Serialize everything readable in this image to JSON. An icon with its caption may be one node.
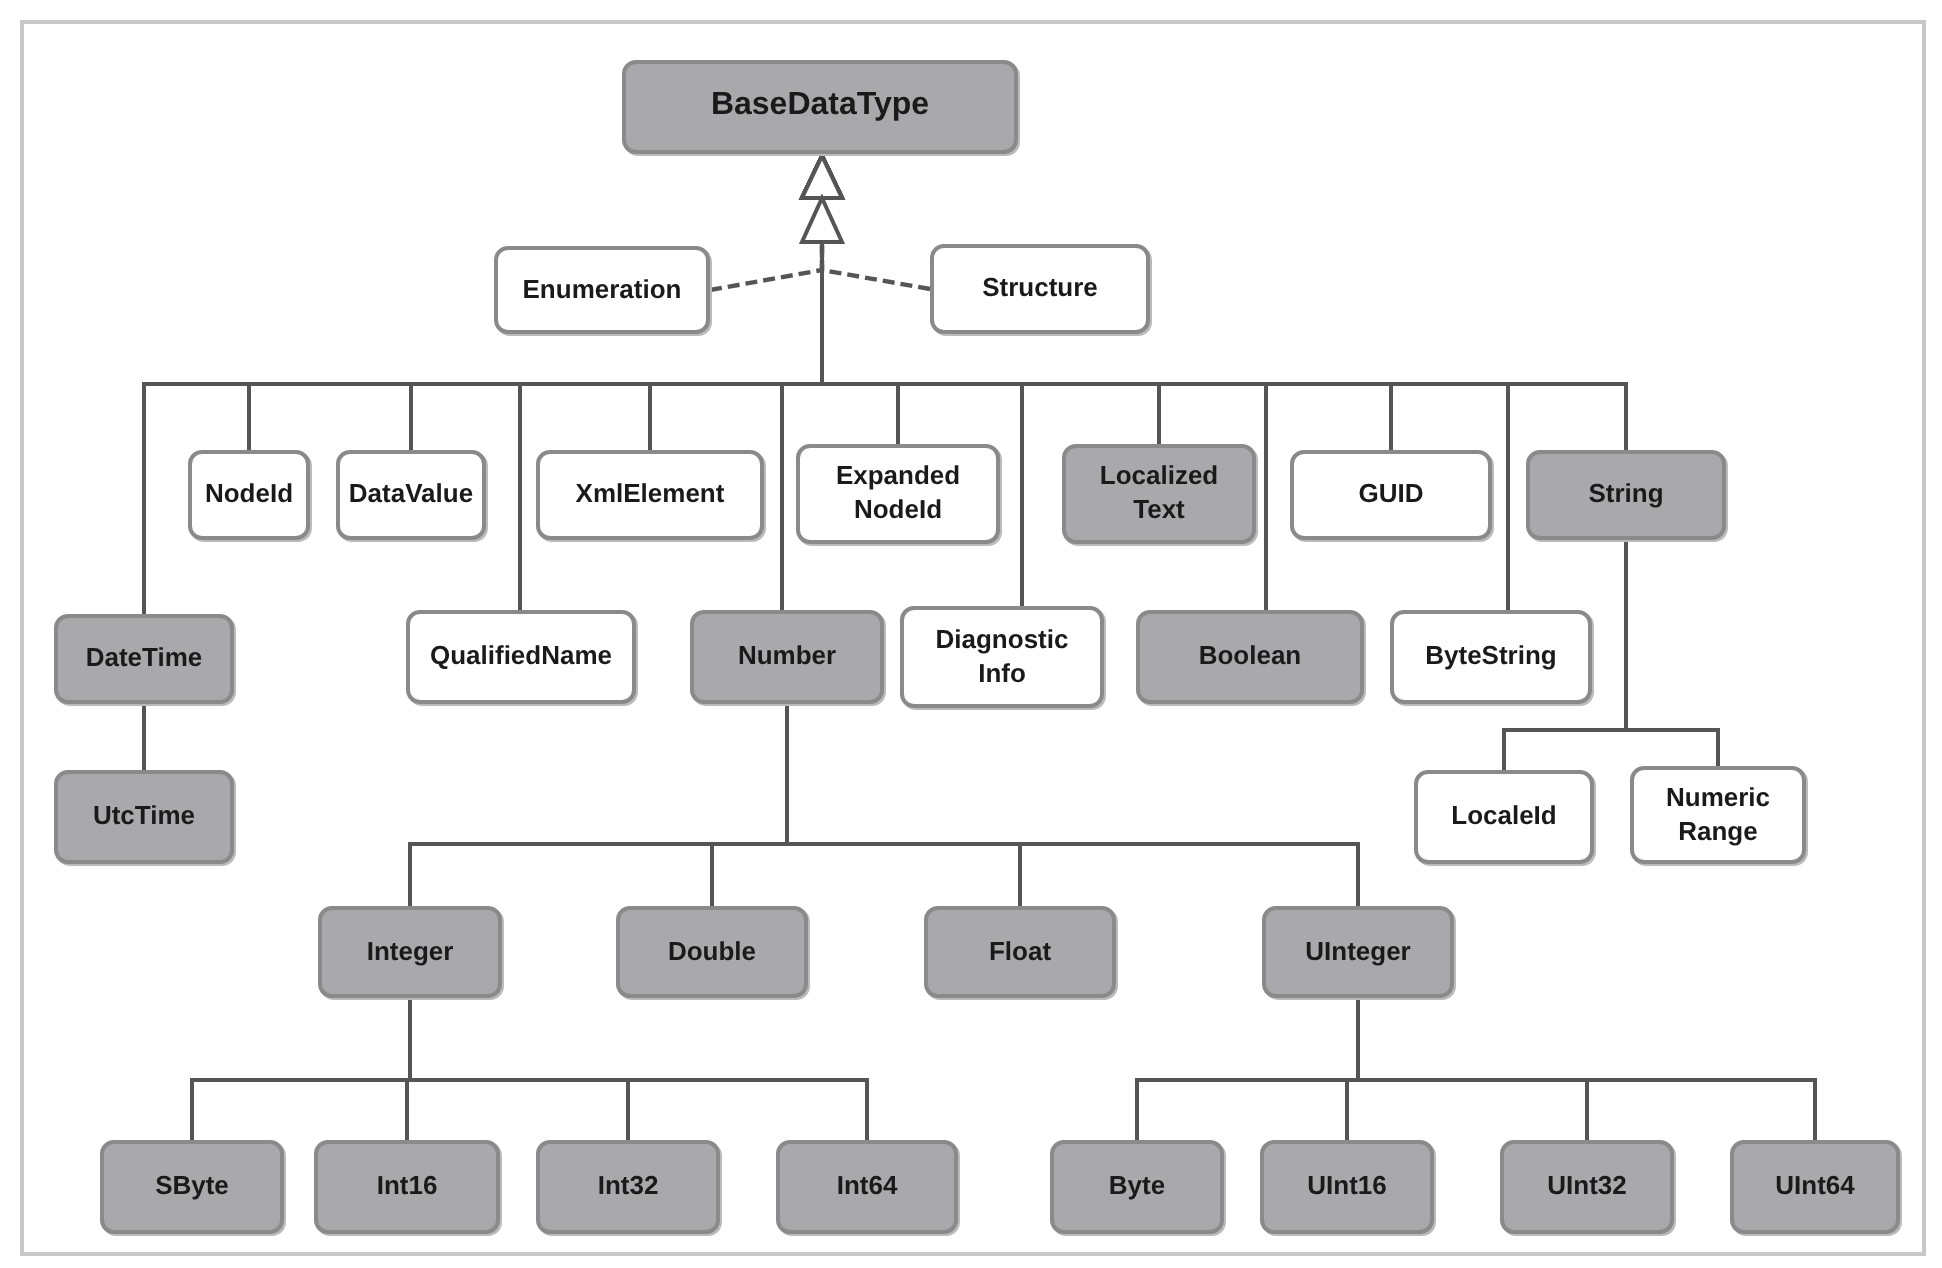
{
  "diagram": {
    "nodes": [
      {
        "text": [
          "BaseDataType"
        ]
      },
      {
        "text": [
          "Enumeration"
        ]
      },
      {
        "text": [
          "Structure"
        ]
      },
      {
        "text": [
          "NodeId"
        ]
      },
      {
        "text": [
          "DataValue"
        ]
      },
      {
        "text": [
          "XmlElement"
        ]
      },
      {
        "text": [
          "Expanded NodeId"
        ]
      },
      {
        "text": [
          "Localized Text"
        ]
      },
      {
        "text": [
          "GUID"
        ]
      },
      {
        "text": [
          "String"
        ]
      },
      {
        "text": [
          "DateTime"
        ]
      },
      {
        "text": [
          "UtcTime"
        ]
      },
      {
        "text": [
          "QualifiedName"
        ]
      },
      {
        "text": [
          "Number"
        ]
      },
      {
        "text": [
          "Diagnostic Info"
        ]
      },
      {
        "text": [
          "Boolean"
        ]
      },
      {
        "text": [
          "ByteString"
        ]
      },
      {
        "text": [
          "LocaleId"
        ]
      },
      {
        "text": [
          "Numeric Range"
        ]
      },
      {
        "text": [
          "Integer"
        ]
      },
      {
        "text": [
          "Double"
        ]
      },
      {
        "text": [
          "Float"
        ]
      },
      {
        "text": [
          "UInteger"
        ]
      },
      {
        "text": [
          "SByte"
        ]
      },
      {
        "text": [
          "Int16"
        ]
      },
      {
        "text": [
          "Int32"
        ]
      },
      {
        "text": [
          "Int64"
        ]
      },
      {
        "text": [
          "Byte"
        ]
      },
      {
        "text": [
          "UInt16"
        ]
      },
      {
        "text": [
          "UInt32"
        ]
      },
      {
        "text": [
          "UInt64"
        ]
      }
    ],
    "edges": [
      {
        "from": 1,
        "to": 0,
        "arrow": "to",
        "style": "dashed"
      },
      {
        "from": 2,
        "to": 0,
        "arrow": "to",
        "style": "dashed"
      },
      {
        "from": 10,
        "to": 0,
        "arrow": "to"
      },
      {
        "from": 3,
        "to": 0,
        "arrow": "to"
      },
      {
        "from": 4,
        "to": 0,
        "arrow": "to"
      },
      {
        "from": 12,
        "to": 0,
        "arrow": "to"
      },
      {
        "from": 5,
        "to": 0,
        "arrow": "to"
      },
      {
        "from": 13,
        "to": 0,
        "arrow": "to"
      },
      {
        "from": 6,
        "to": 0,
        "arrow": "to"
      },
      {
        "from": 14,
        "to": 0,
        "arrow": "to"
      },
      {
        "from": 7,
        "to": 0,
        "arrow": "to"
      },
      {
        "from": 15,
        "to": 0,
        "arrow": "to"
      },
      {
        "from": 8,
        "to": 0,
        "arrow": "to"
      },
      {
        "from": 16,
        "to": 0,
        "arrow": "to"
      },
      {
        "from": 9,
        "to": 0,
        "arrow": "to"
      },
      {
        "from": 10,
        "to": 11,
        "arrow": "none"
      },
      {
        "from": 9,
        "to": 17,
        "arrow": "none"
      },
      {
        "from": 9,
        "to": 18,
        "arrow": "none"
      },
      {
        "from": 13,
        "to": 19,
        "arrow": "none"
      },
      {
        "from": 13,
        "to": 20,
        "arrow": "none"
      },
      {
        "from": 13,
        "to": 21,
        "arrow": "none"
      },
      {
        "from": 13,
        "to": 22,
        "arrow": "none"
      },
      {
        "from": 19,
        "to": 23,
        "arrow": "none"
      },
      {
        "from": 19,
        "to": 24,
        "arrow": "none"
      },
      {
        "from": 19,
        "to": 25,
        "arrow": "none"
      },
      {
        "from": 19,
        "to": 26,
        "arrow": "none"
      },
      {
        "from": 22,
        "to": 27,
        "arrow": "none"
      },
      {
        "from": 22,
        "to": 28,
        "arrow": "none"
      },
      {
        "from": 22,
        "to": 29,
        "arrow": "none"
      },
      {
        "from": 22,
        "to": 30,
        "arrow": "none"
      }
    ]
  }
}
